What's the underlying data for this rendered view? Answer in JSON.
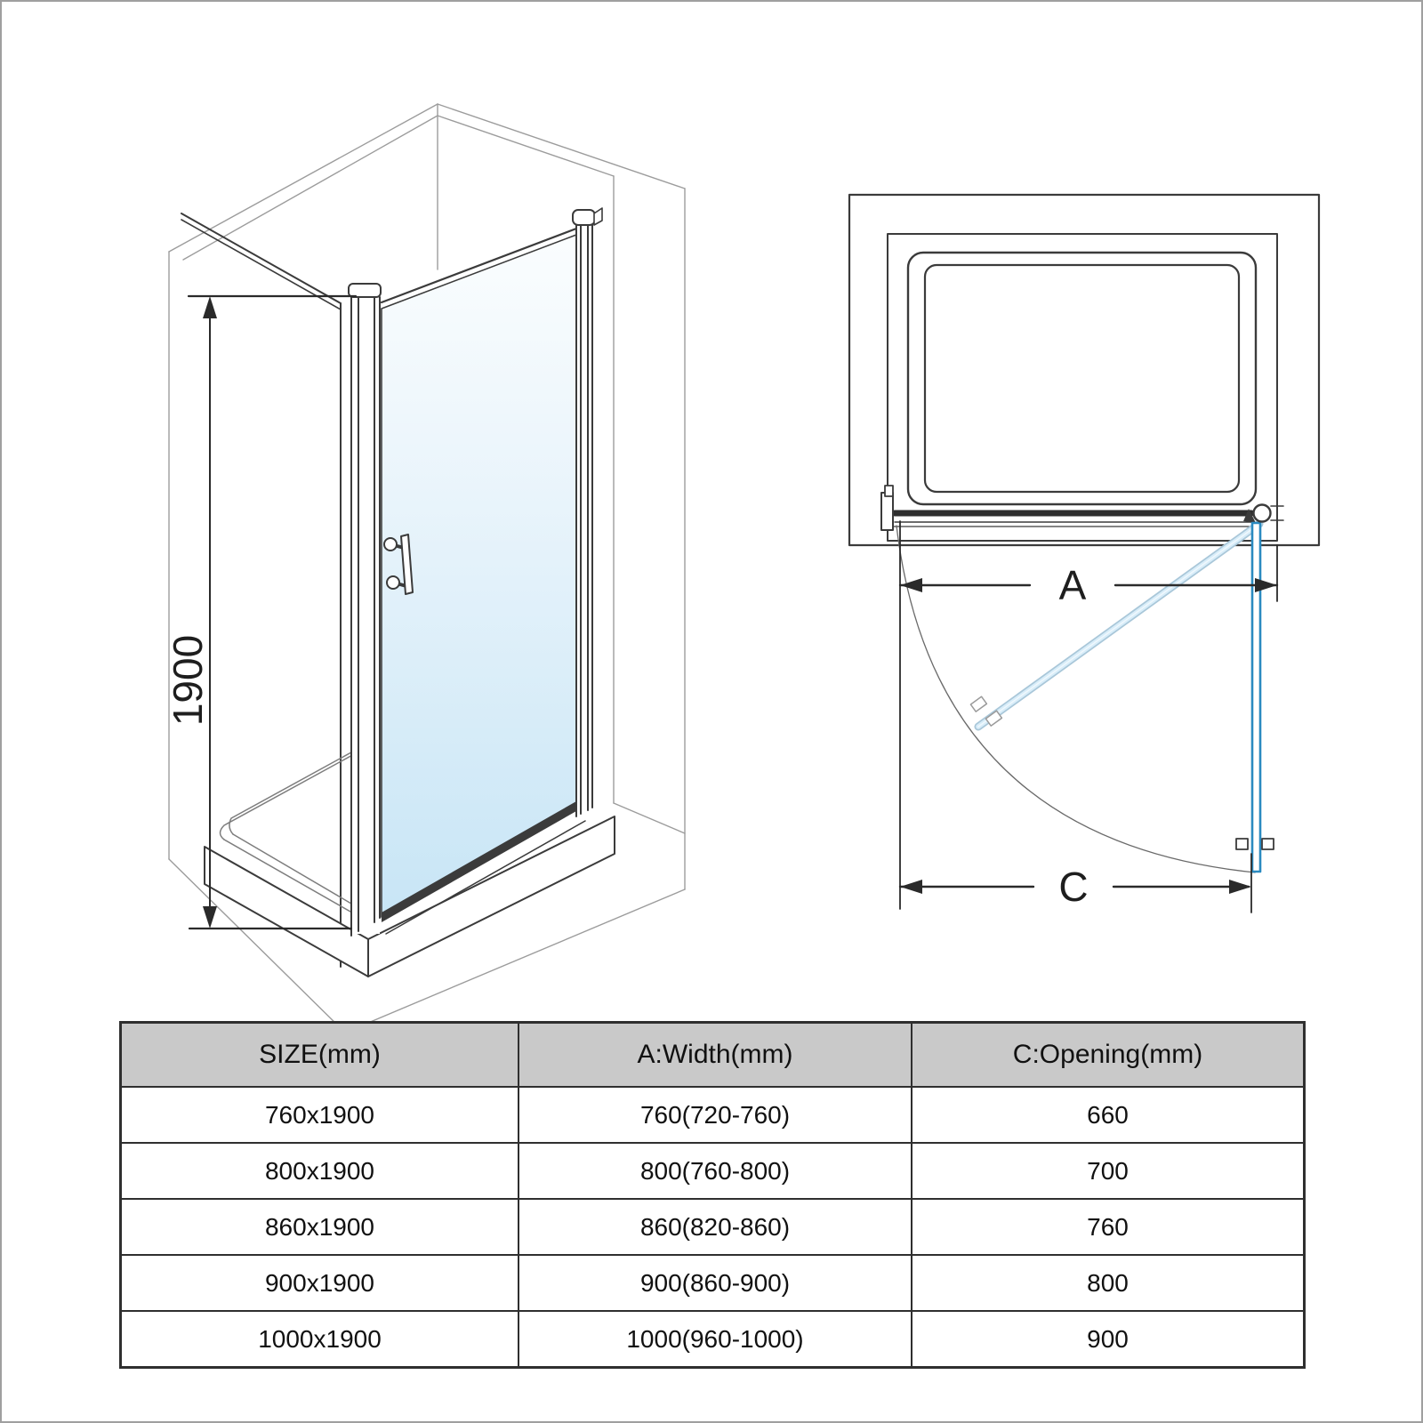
{
  "left_diagram": {
    "height_label": "1900"
  },
  "right_diagram": {
    "width_label": "A",
    "opening_label": "C"
  },
  "table": {
    "headers": [
      "SIZE(mm)",
      "A:Width(mm)",
      "C:Opening(mm)"
    ],
    "rows": [
      [
        "760x1900",
        "760(720-760)",
        "660"
      ],
      [
        "800x1900",
        "800(760-800)",
        "700"
      ],
      [
        "860x1900",
        "860(820-860)",
        "760"
      ],
      [
        "900x1900",
        "900(860-900)",
        "800"
      ],
      [
        "1000x1900",
        "1000(960-1000)",
        "900"
      ]
    ]
  },
  "colors": {
    "door_blue": "#2a8ac0",
    "glass_light": "#c3e3f5",
    "line_dark": "#3b3b3b",
    "wall_gray": "#9c9c9c",
    "table_header_bg": "#c9c9c9"
  }
}
